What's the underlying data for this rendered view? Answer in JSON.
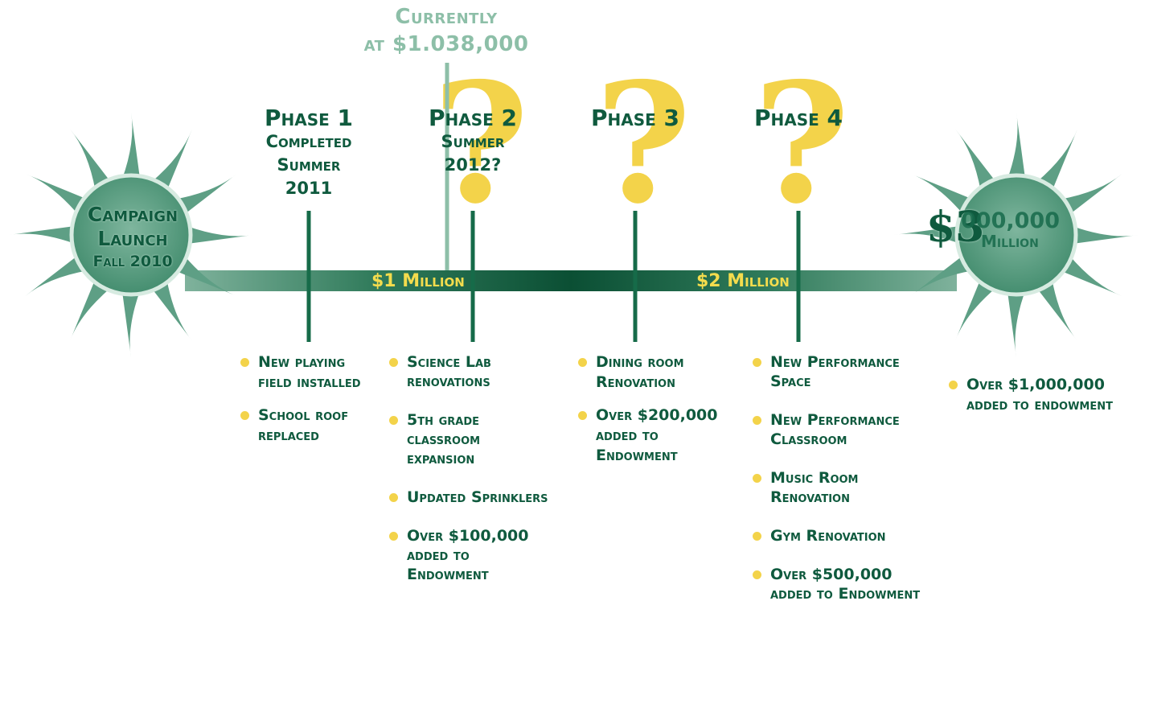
{
  "current": {
    "line1": "Currently",
    "line2": "at $1.038,000"
  },
  "phases": [
    {
      "title": "Phase 1",
      "sub": [
        "Completed",
        "Summer",
        "2011"
      ],
      "items": [
        "New playing field installed",
        "School roof replaced"
      ]
    },
    {
      "title": "Phase 2",
      "sub": [
        "Summer",
        "2012?"
      ],
      "items": [
        "Science Lab renovations",
        "5th grade classroom expansion",
        "Updated Sprinklers",
        "Over $100,000 added to Endowment"
      ]
    },
    {
      "title": "Phase 3",
      "sub": [],
      "items": [
        "Dining room Renovation",
        "Over $200,000 added to Endowment"
      ]
    },
    {
      "title": "Phase 4",
      "sub": [],
      "items": [
        "New Performance Space",
        "New Performance Classroom",
        "Music Room Renovation",
        "Gym Renovation",
        "Over $500,000 added to Endowment"
      ]
    }
  ],
  "launch": {
    "line1": "Campaign",
    "line2": "Launch",
    "line3": "Fall 2010"
  },
  "goal": {
    "big": "$3",
    "small": "000,000",
    "unit": "Million",
    "items": [
      "Over $1,000,000 added to endowment"
    ]
  },
  "bar": {
    "label1": "$1 Million",
    "label2": "$2 Million"
  },
  "question_mark": "?",
  "colors": {
    "dark_green": "#0f5a3e",
    "sun_green": "#5e9f85",
    "light_green": "#8dbfa8",
    "yellow": "#f3d34a"
  }
}
